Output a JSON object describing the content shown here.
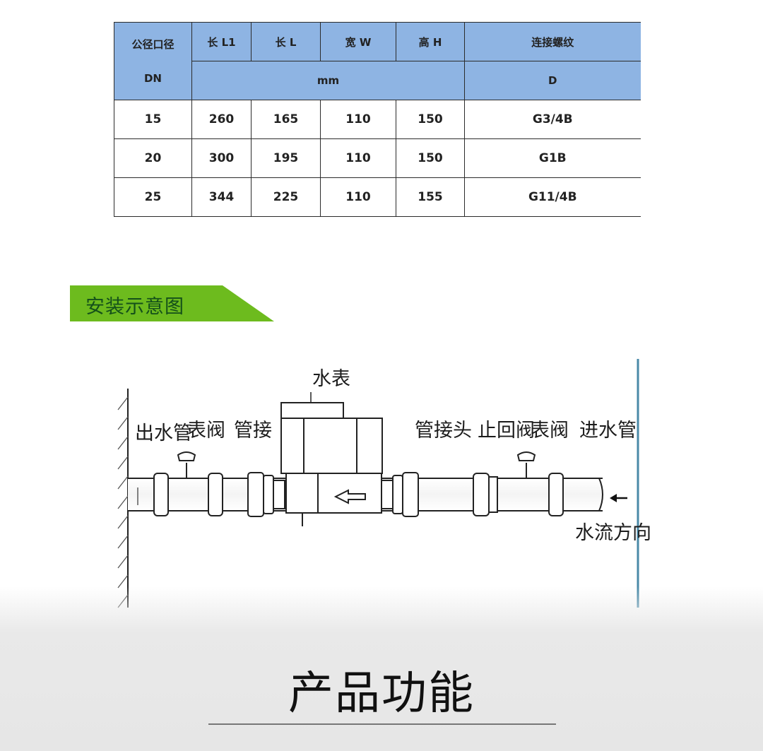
{
  "table": {
    "header": {
      "dn_top": "公径口径",
      "dn_bottom": "DN",
      "l1": "长 L1",
      "l": "长 L",
      "w": "宽 W",
      "h": "高 H",
      "thread": "连接螺纹",
      "unit_mm": "mm",
      "unit_d": "D"
    },
    "rows": [
      {
        "dn": "15",
        "l1": "260",
        "l": "165",
        "w": "110",
        "h": "150",
        "thread": "G3/4B"
      },
      {
        "dn": "20",
        "l1": "300",
        "l": "195",
        "w": "110",
        "h": "150",
        "thread": "G1B"
      },
      {
        "dn": "25",
        "l1": "344",
        "l": "225",
        "w": "110",
        "h": "155",
        "thread": "G11/4B"
      }
    ]
  },
  "section": {
    "install_title": "安装示意图",
    "banner_color": "#6dbb1e",
    "product_title": "产品功能"
  },
  "diagram": {
    "labels": {
      "meter": "水表",
      "outlet_pipe": "出水管",
      "meter_valve_left": "表阀",
      "pipe_joint": "管接",
      "pipe_joint_head": "管接头",
      "check_valve": "止回阀",
      "meter_valve_right": "表阀",
      "inlet_pipe": "进水管",
      "flow_direction": "水流方向"
    }
  }
}
